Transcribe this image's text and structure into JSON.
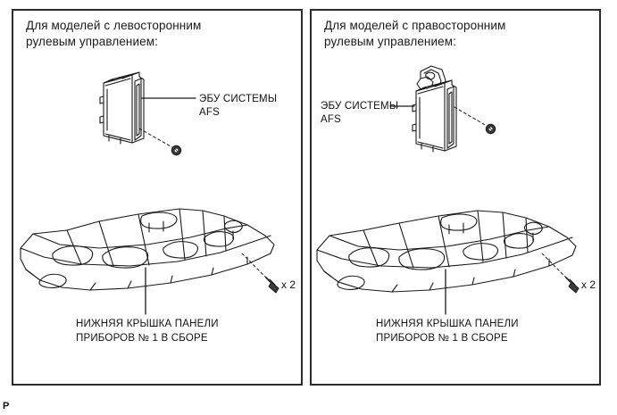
{
  "document": {
    "corner_mark": "P"
  },
  "panels": [
    {
      "id": "left-hand-drive",
      "heading": "Для моделей с левосторонним\nрулевым управлением:",
      "ecu_label": "ЭБУ СИСТЕМЫ\nAFS",
      "cover_caption": "НИЖНЯЯ КРЫШКА ПАНЕЛИ\nПРИБОРОВ № 1 В СБОРЕ",
      "fastener_quantity": "x 2"
    },
    {
      "id": "right-hand-drive",
      "heading": "Для моделей с правосторонним\nрулевым управлением:",
      "ecu_label": "ЭБУ СИСТЕМЫ\nAFS",
      "cover_caption": "НИЖНЯЯ КРЫШКА ПАНЕЛИ\nПРИБОРОВ № 1 В СБОРЕ",
      "fastener_quantity": "x 2"
    }
  ],
  "colors": {
    "frame": "#2b2b2b",
    "line_art": "#1a1a1a",
    "text": "#111111",
    "background": "#ffffff"
  }
}
